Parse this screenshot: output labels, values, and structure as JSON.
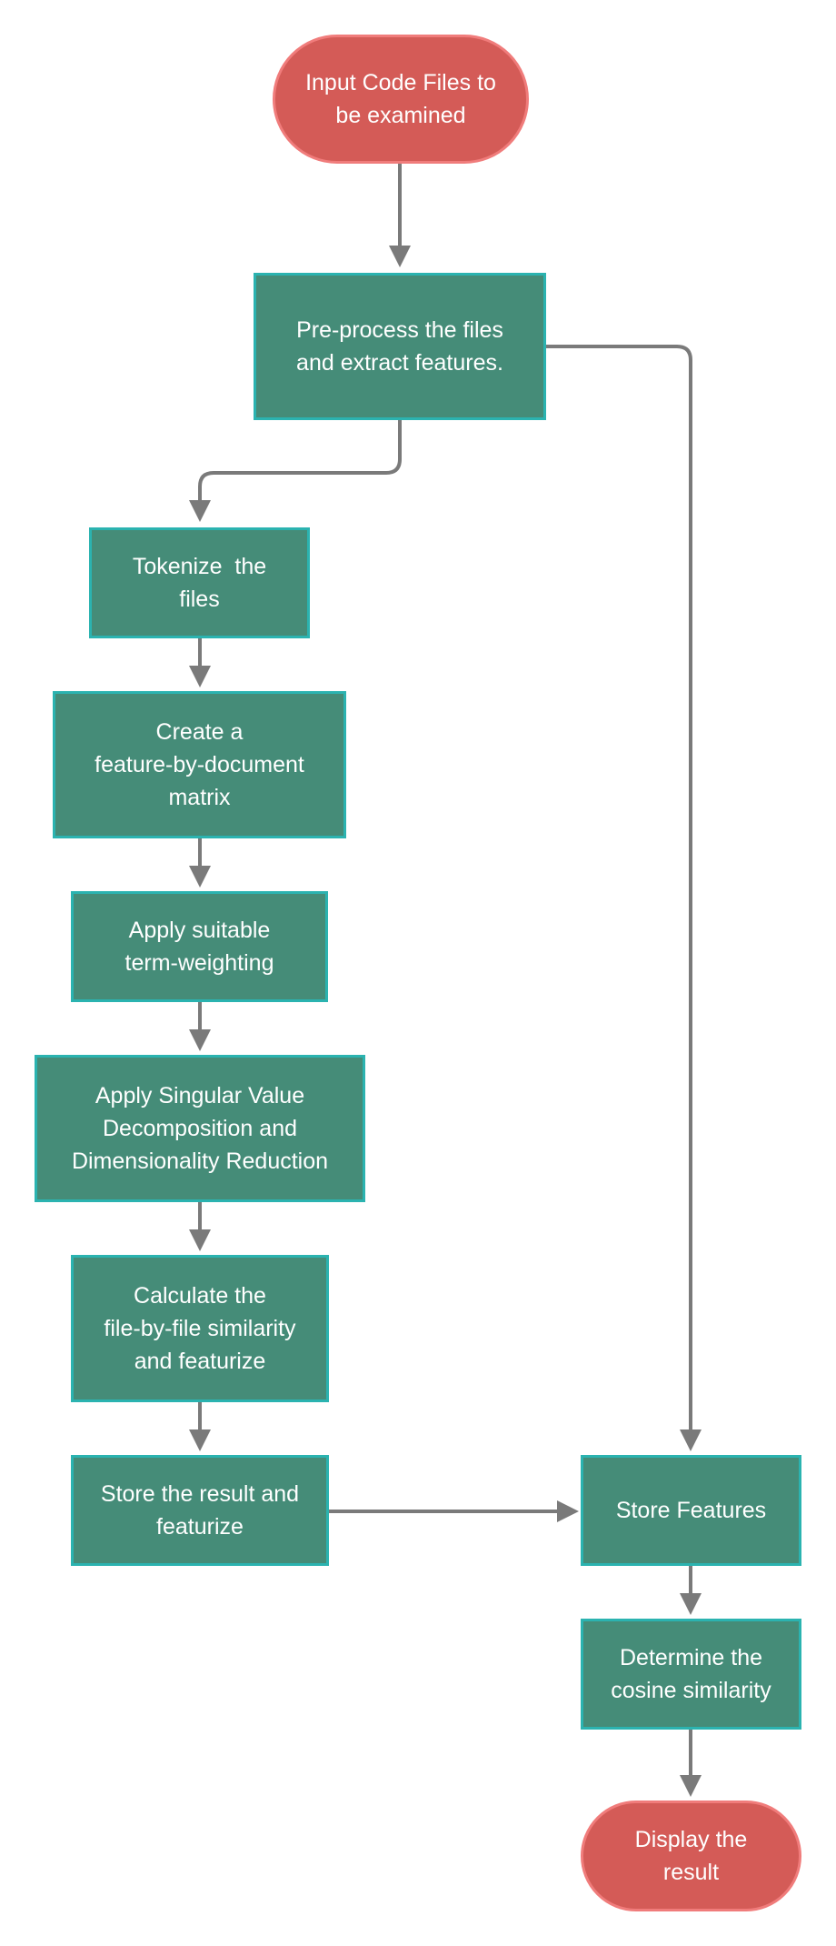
{
  "nodes": {
    "input": {
      "line1": "Input Code Files to",
      "line2": "be examined"
    },
    "preprocess": {
      "line1": "Pre-process the files",
      "line2": "and extract features."
    },
    "tokenize": {
      "line1": "Tokenize  the",
      "line2": "files"
    },
    "matrix": {
      "line1": "Create a",
      "line2": "feature-by-document",
      "line3": "matrix"
    },
    "weighting": {
      "line1": "Apply suitable",
      "line2": "term-weighting"
    },
    "svd": {
      "line1": "Apply Singular Value",
      "line2": "Decomposition and",
      "line3": "Dimensionality Reduction"
    },
    "similarity": {
      "line1": "Calculate the",
      "line2": "file-by-file similarity",
      "line3": "and featurize"
    },
    "store_result": {
      "line1": "Store the result and",
      "line2": "featurize"
    },
    "store_features": {
      "line1": "Store Features"
    },
    "cosine": {
      "line1": "Determine the",
      "line2": "cosine similarity"
    },
    "display": {
      "line1": "Display the",
      "line2": "result"
    }
  },
  "colors": {
    "process_fill": "#458c78",
    "process_border": "#2bb3b0",
    "terminal_fill": "#d45b57",
    "terminal_border": "#f07c7b",
    "connector": "#7a7a7a"
  }
}
